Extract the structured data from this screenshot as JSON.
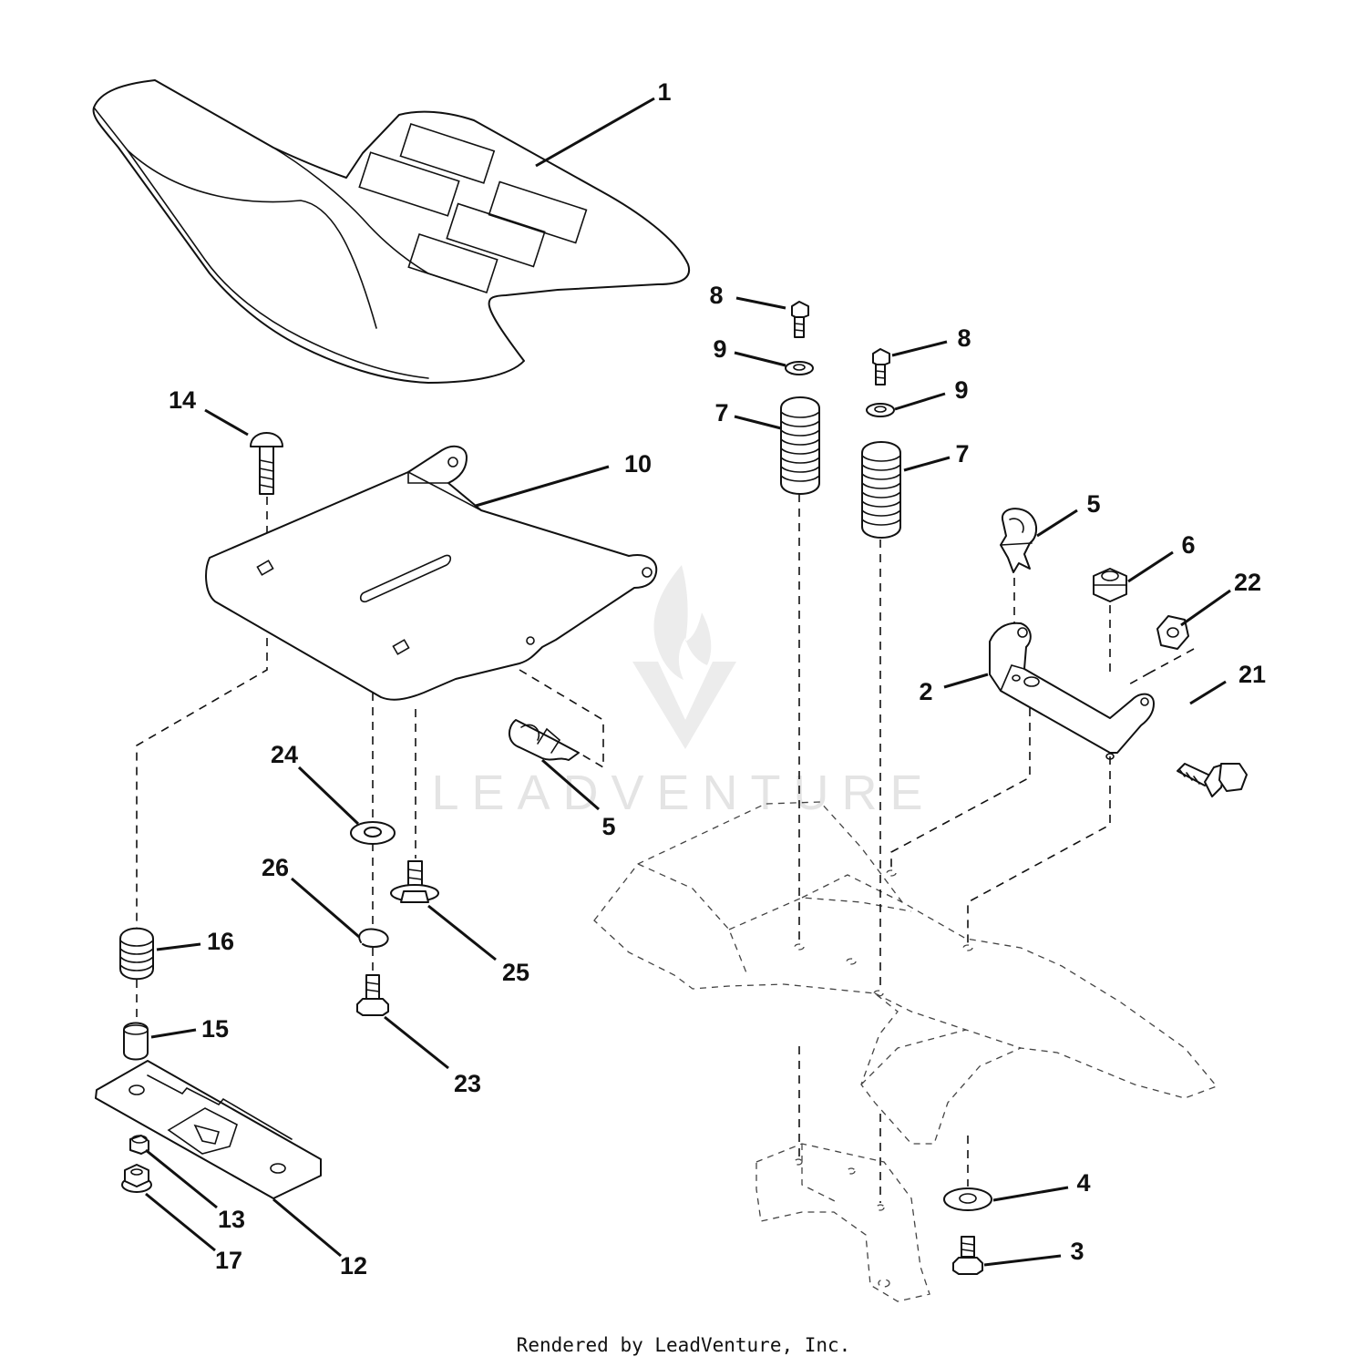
{
  "watermark": {
    "text": "LEADVENTURE"
  },
  "footer": {
    "text": "Rendered by LeadVenture, Inc."
  },
  "callouts": [
    {
      "id": "c1",
      "label": "1"
    },
    {
      "id": "c2",
      "label": "2"
    },
    {
      "id": "c3",
      "label": "3"
    },
    {
      "id": "c4",
      "label": "4"
    },
    {
      "id": "c5a",
      "label": "5"
    },
    {
      "id": "c5b",
      "label": "5"
    },
    {
      "id": "c6",
      "label": "6"
    },
    {
      "id": "c7a",
      "label": "7"
    },
    {
      "id": "c7b",
      "label": "7"
    },
    {
      "id": "c8a",
      "label": "8"
    },
    {
      "id": "c8b",
      "label": "8"
    },
    {
      "id": "c9a",
      "label": "9"
    },
    {
      "id": "c9b",
      "label": "9"
    },
    {
      "id": "c10",
      "label": "10"
    },
    {
      "id": "c12",
      "label": "12"
    },
    {
      "id": "c13",
      "label": "13"
    },
    {
      "id": "c14",
      "label": "14"
    },
    {
      "id": "c15",
      "label": "15"
    },
    {
      "id": "c16",
      "label": "16"
    },
    {
      "id": "c17",
      "label": "17"
    },
    {
      "id": "c21",
      "label": "21"
    },
    {
      "id": "c22",
      "label": "22"
    },
    {
      "id": "c23",
      "label": "23"
    },
    {
      "id": "c24",
      "label": "24"
    },
    {
      "id": "c25",
      "label": "25"
    },
    {
      "id": "c26",
      "label": "26"
    }
  ]
}
